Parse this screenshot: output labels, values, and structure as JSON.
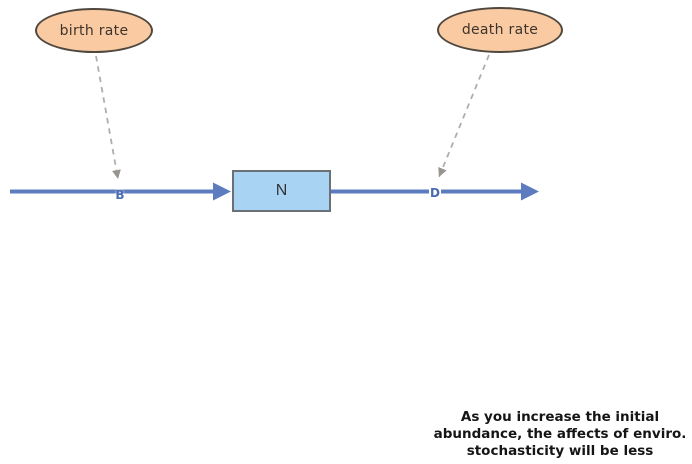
{
  "diagram": {
    "converters": [
      {
        "label": "birth rate"
      },
      {
        "label": "death rate"
      }
    ],
    "stock": {
      "label": "N"
    },
    "flows": [
      {
        "label": "B"
      },
      {
        "label": "D"
      }
    ],
    "caption": "As you increase the initial\nabundance, the affects of enviro.\nstochasticity will be less",
    "colors": {
      "converter_fill": "#FACBA3",
      "converter_border": "#50483F",
      "stock_fill": "#A9D3F3",
      "stock_border": "#6B7076",
      "flow_blue": "#5C7CBF",
      "flow_label_blue": "#4B6BB1",
      "connector_gray": "#AFAFA8",
      "connector_arrow_gray": "#97958D",
      "caption_text": "#151515",
      "background": "#FFFFFF"
    }
  }
}
